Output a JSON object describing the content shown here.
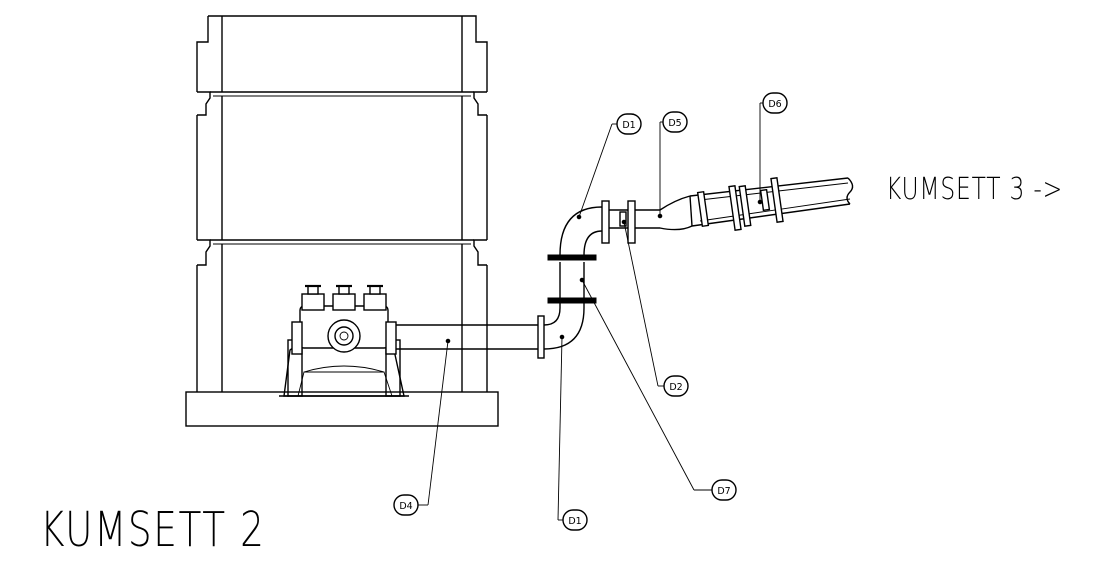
{
  "drawing": {
    "title": "KUMSETT 2",
    "next_label": "KUMSETT 3 ->",
    "callouts": {
      "d1_upper": "D1",
      "d5": "D5",
      "d6": "D6",
      "d2": "D2",
      "d7": "D7",
      "d4": "D4",
      "d1_lower": "D1"
    }
  }
}
